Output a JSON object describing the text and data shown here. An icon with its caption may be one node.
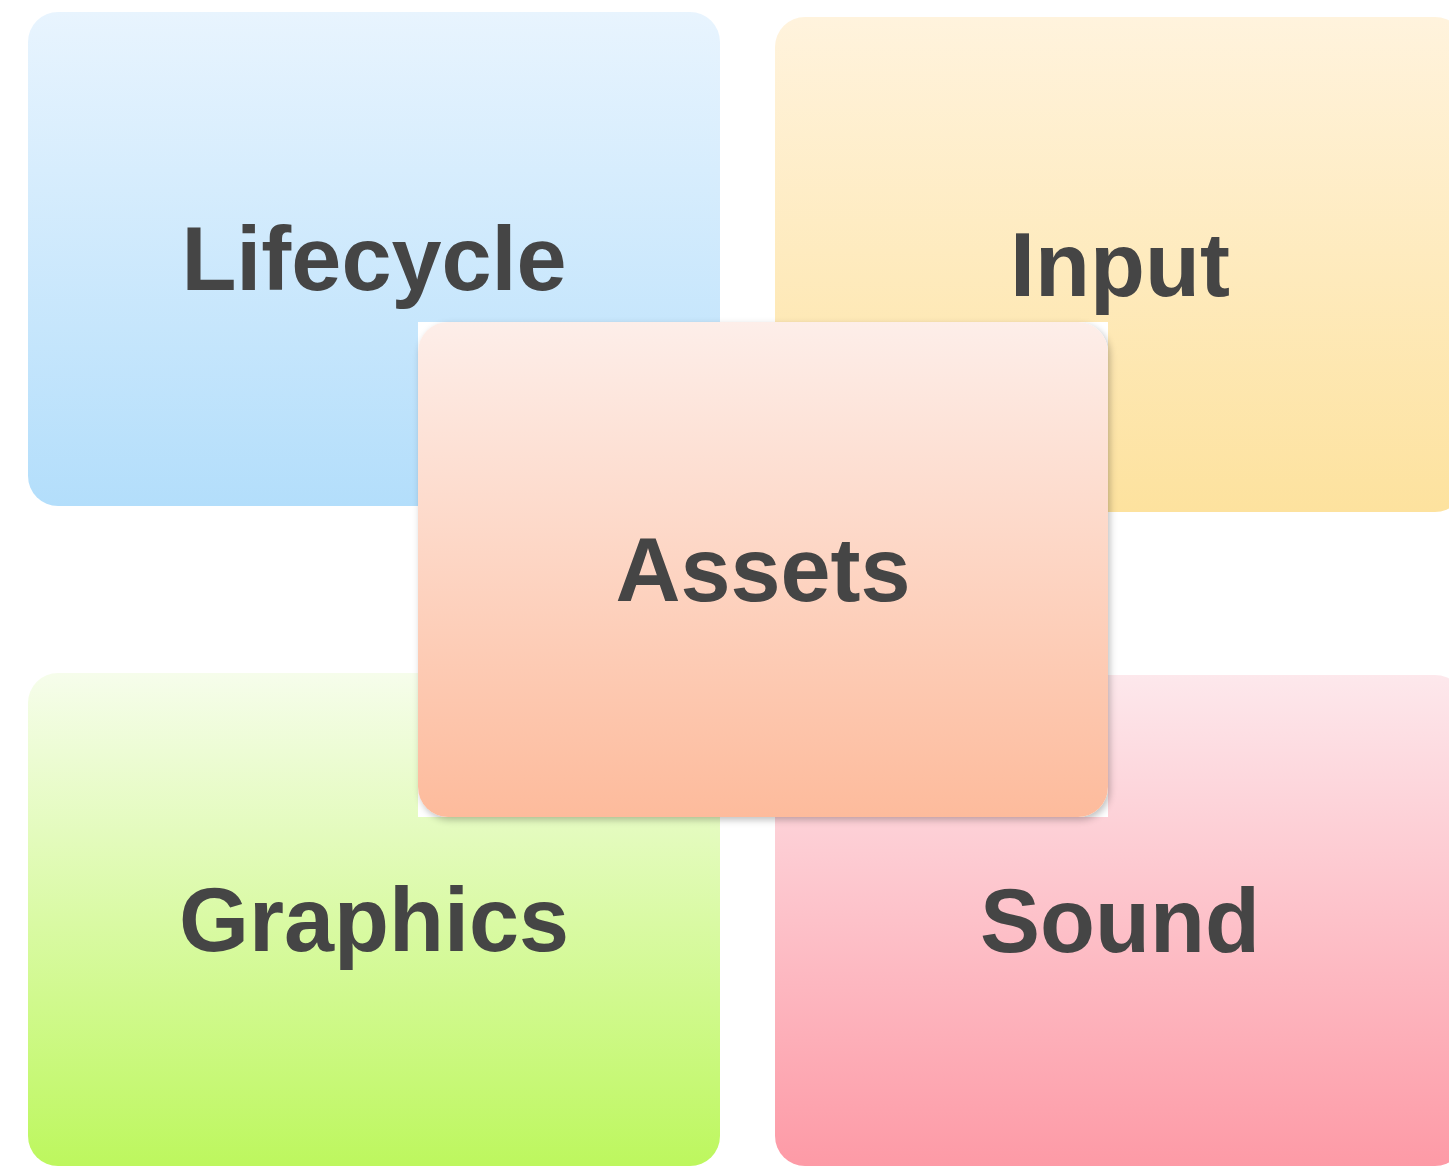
{
  "diagram": {
    "nodes": [
      {
        "text": [
          "Lifecycle"
        ]
      },
      {
        "text": [
          "Input"
        ]
      },
      {
        "text": [
          "Graphics"
        ]
      },
      {
        "text": [
          "Sound"
        ]
      },
      {
        "text": [
          "Assets"
        ]
      }
    ]
  }
}
